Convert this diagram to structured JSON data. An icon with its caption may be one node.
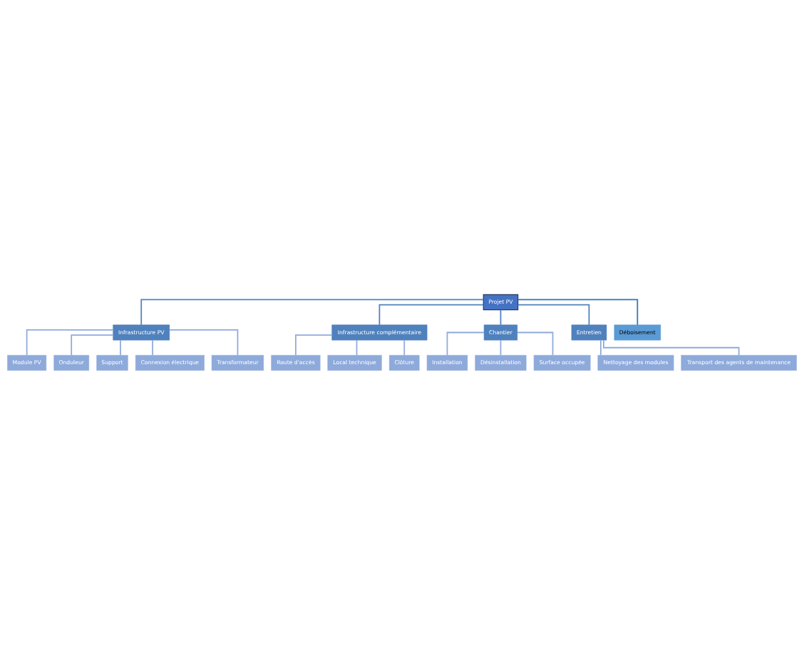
{
  "diagram": {
    "nodes": [
      {
        "text": [
          "Projet PV"
        ]
      },
      {
        "text": [
          "Infrastructure PV"
        ]
      },
      {
        "text": [
          "Infrastructure complémentaire"
        ]
      },
      {
        "text": [
          "Chantier"
        ]
      },
      {
        "text": [
          "Entretien"
        ]
      },
      {
        "text": [
          "Déboisement"
        ]
      },
      {
        "text": [
          "Module PV"
        ]
      },
      {
        "text": [
          "Onduleur"
        ]
      },
      {
        "text": [
          "Support"
        ]
      },
      {
        "text": [
          "Connexion électrique"
        ]
      },
      {
        "text": [
          "Transformateur"
        ]
      },
      {
        "text": [
          "Route d'accès"
        ]
      },
      {
        "text": [
          "Local technique"
        ]
      },
      {
        "text": [
          "Clôture"
        ]
      },
      {
        "text": [
          "Installation"
        ]
      },
      {
        "text": [
          "Désinstallation"
        ]
      },
      {
        "text": [
          "Surface occupée"
        ]
      },
      {
        "text": [
          "Nettoyage des modules"
        ]
      },
      {
        "text": [
          "Transport des agents de maintenance"
        ]
      }
    ],
    "edges": [
      {
        "from": 0,
        "to": 1,
        "arrow": "none",
        "color": "#4f81bd"
      },
      {
        "from": 0,
        "to": 2,
        "arrow": "none",
        "color": "#4f81bd"
      },
      {
        "from": 0,
        "to": 3,
        "arrow": "none",
        "color": "#4f81bd"
      },
      {
        "from": 0,
        "to": 4,
        "arrow": "none",
        "color": "#4f81bd"
      },
      {
        "from": 0,
        "to": 5,
        "arrow": "none",
        "color": "#2e75b6"
      },
      {
        "from": 1,
        "to": 6,
        "arrow": "none"
      },
      {
        "from": 1,
        "to": 7,
        "arrow": "none"
      },
      {
        "from": 1,
        "to": 8,
        "arrow": "none"
      },
      {
        "from": 1,
        "to": 9,
        "arrow": "none"
      },
      {
        "from": 1,
        "to": 10,
        "arrow": "none"
      },
      {
        "from": 2,
        "to": 11,
        "arrow": "none"
      },
      {
        "from": 2,
        "to": 12,
        "arrow": "none"
      },
      {
        "from": 2,
        "to": 13,
        "arrow": "none"
      },
      {
        "from": 3,
        "to": 14,
        "arrow": "none"
      },
      {
        "from": 3,
        "to": 15,
        "arrow": "none"
      },
      {
        "from": 3,
        "to": 16,
        "arrow": "none"
      },
      {
        "from": 4,
        "to": 17,
        "arrow": "none"
      },
      {
        "from": 4,
        "to": 18,
        "arrow": "none"
      }
    ]
  }
}
